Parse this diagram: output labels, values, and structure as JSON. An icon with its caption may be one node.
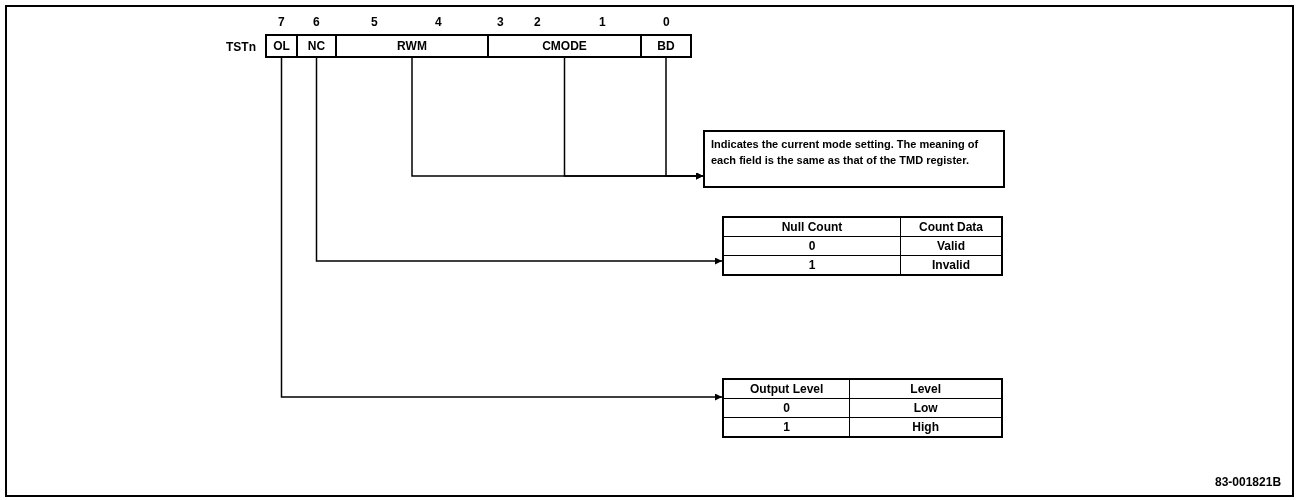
{
  "diagram": {
    "nodes": [
      {
        "text": [
          "OL"
        ]
      },
      {
        "text": [
          "NC"
        ]
      },
      {
        "text": [
          "RWM"
        ]
      },
      {
        "text": [
          "CMODE"
        ]
      },
      {
        "text": [
          "BD"
        ]
      },
      {
        "text": [
          "Indicates the current mode setting. The meaning of each field is the same as that of the TMD register."
        ]
      },
      {
        "text": [
          "Null Count",
          "Count Data",
          "0",
          "Valid",
          "1",
          "Invalid"
        ]
      },
      {
        "text": [
          "Output Level",
          "Level",
          "0",
          "Low",
          "1",
          "High"
        ]
      }
    ],
    "edges": [
      {
        "from": 2,
        "to": 5,
        "arrow": "to"
      },
      {
        "from": 3,
        "to": 5,
        "arrow": "to"
      },
      {
        "from": 4,
        "to": 5,
        "arrow": "to"
      },
      {
        "from": 1,
        "to": 6,
        "arrow": "to"
      },
      {
        "from": 0,
        "to": 7,
        "arrow": "to"
      }
    ],
    "labels": [
      "7",
      "6",
      "5",
      "4",
      "3",
      "2",
      "1",
      "0",
      "TSTn",
      "83-001821B"
    ]
  }
}
